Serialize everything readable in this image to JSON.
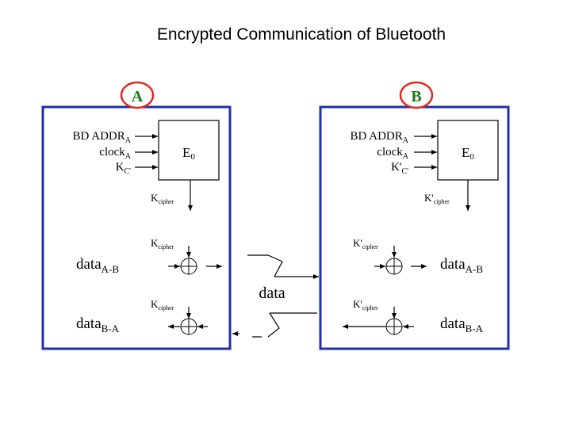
{
  "title": "Encrypted Communication of Bluetooth",
  "colors": {
    "frame": "#1f2fa8",
    "badge": "#e0281e",
    "badge_text": "#1a7a1a",
    "line": "#000000"
  },
  "device_a": {
    "badge": "A",
    "inputs": [
      {
        "base": "BD ADDR",
        "sub": "A"
      },
      {
        "base": "clock",
        "sub": "A"
      },
      {
        "base": "K",
        "sub": "C'"
      }
    ],
    "block": {
      "base": "E",
      "sub": "0"
    },
    "key_out": {
      "base": "K",
      "sub": "cipher"
    },
    "key_enc": {
      "base": "K",
      "sub": "cipher"
    },
    "key_dec": {
      "base": "K",
      "sub": "cipher"
    },
    "data_out": {
      "base": "data",
      "sub": "A-B"
    },
    "data_in": {
      "base": "data",
      "sub": "B-A"
    }
  },
  "device_b": {
    "badge": "B",
    "inputs": [
      {
        "base": "BD ADDR",
        "sub": "A"
      },
      {
        "base": "clock",
        "sub": "A"
      },
      {
        "base": "K'",
        "sub": "C'"
      }
    ],
    "block": {
      "base": "E",
      "sub": "0"
    },
    "key_out": {
      "base": "K'",
      "sub": "cipher"
    },
    "key_dec": {
      "base": "K'",
      "sub": "cipher"
    },
    "key_enc": {
      "base": "K'",
      "sub": "cipher"
    },
    "data_in": {
      "base": "data",
      "sub": "A-B"
    },
    "data_out": {
      "base": "data",
      "sub": "B-A"
    }
  },
  "channel": {
    "label": "data"
  }
}
